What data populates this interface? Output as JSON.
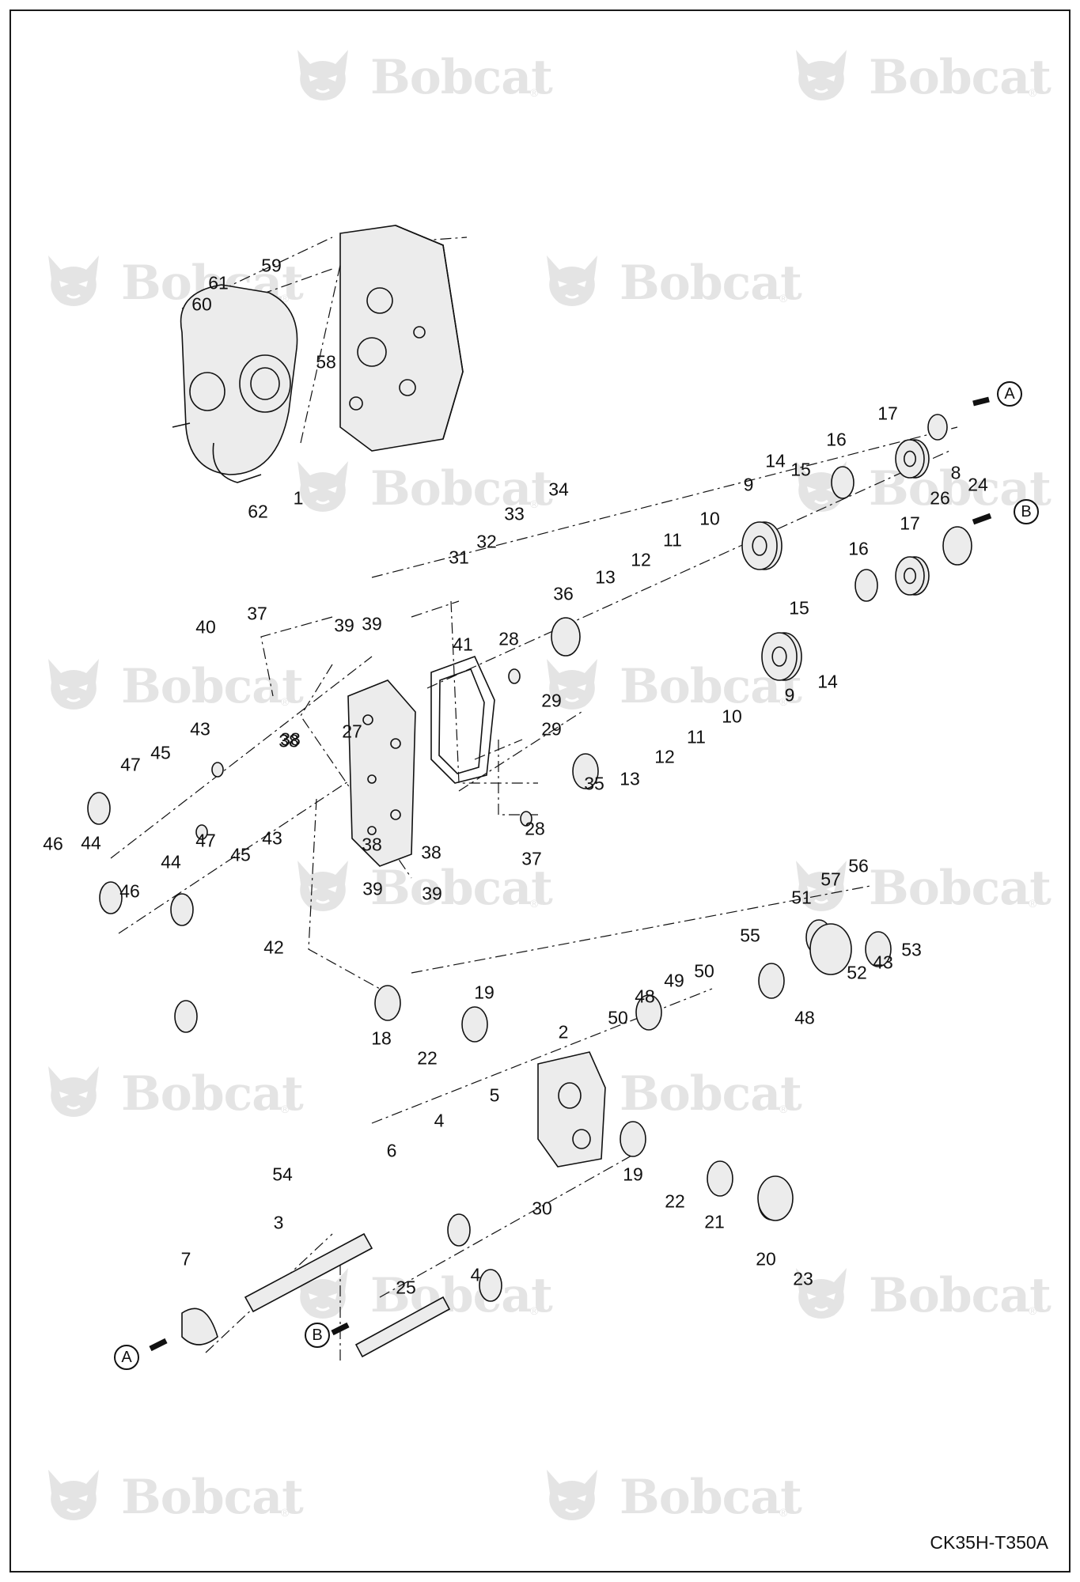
{
  "drawing_code": "CK35H-T350A",
  "watermark": {
    "brand": "Bobcat",
    "mark": "®"
  },
  "connector_labels": [
    "A",
    "B"
  ],
  "part_callouts": [
    "1",
    "2",
    "3",
    "4",
    "5",
    "6",
    "7",
    "8",
    "9",
    "10",
    "11",
    "12",
    "13",
    "14",
    "15",
    "16",
    "17",
    "18",
    "19",
    "20",
    "21",
    "22",
    "23",
    "24",
    "25",
    "26",
    "27",
    "28",
    "29",
    "30",
    "31",
    "32",
    "33",
    "34",
    "35",
    "36",
    "37",
    "38",
    "39",
    "40",
    "41",
    "42",
    "43",
    "44",
    "45",
    "46",
    "47",
    "48",
    "49",
    "50",
    "51",
    "52",
    "53",
    "54",
    "55",
    "56",
    "57",
    "58",
    "59",
    "60",
    "61",
    "62"
  ]
}
